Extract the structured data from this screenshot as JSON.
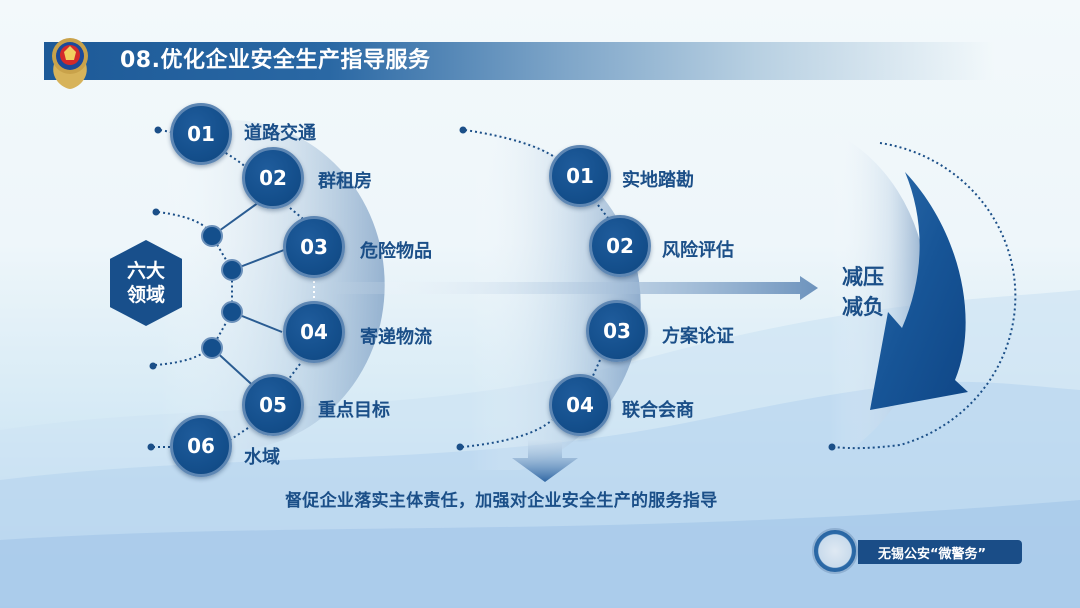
{
  "slide": {
    "title": "08.优化企业安全生产指导服务",
    "accent_color": "#1b4f88",
    "circle_color": "#144f8c",
    "title_bar_color": "#1d5a98"
  },
  "domains": {
    "hub_label_line1": "六大",
    "hub_label_line2": "领域",
    "items": [
      {
        "num": "01",
        "label": "道路交通"
      },
      {
        "num": "02",
        "label": "群租房"
      },
      {
        "num": "03",
        "label": "危险物品"
      },
      {
        "num": "04",
        "label": "寄递物流"
      },
      {
        "num": "05",
        "label": "重点目标"
      },
      {
        "num": "06",
        "label": "水域"
      }
    ]
  },
  "steps": {
    "items": [
      {
        "num": "01",
        "label": "实地踏勘"
      },
      {
        "num": "02",
        "label": "风险评估"
      },
      {
        "num": "03",
        "label": "方案论证"
      },
      {
        "num": "04",
        "label": "联合会商"
      }
    ]
  },
  "result": {
    "line1": "减压",
    "line2": "减负"
  },
  "summary": {
    "text": "督促企业落实主体责任，加强对企业安全生产的服务指导"
  },
  "footer": {
    "brand": "无锡公安“微警务”"
  }
}
